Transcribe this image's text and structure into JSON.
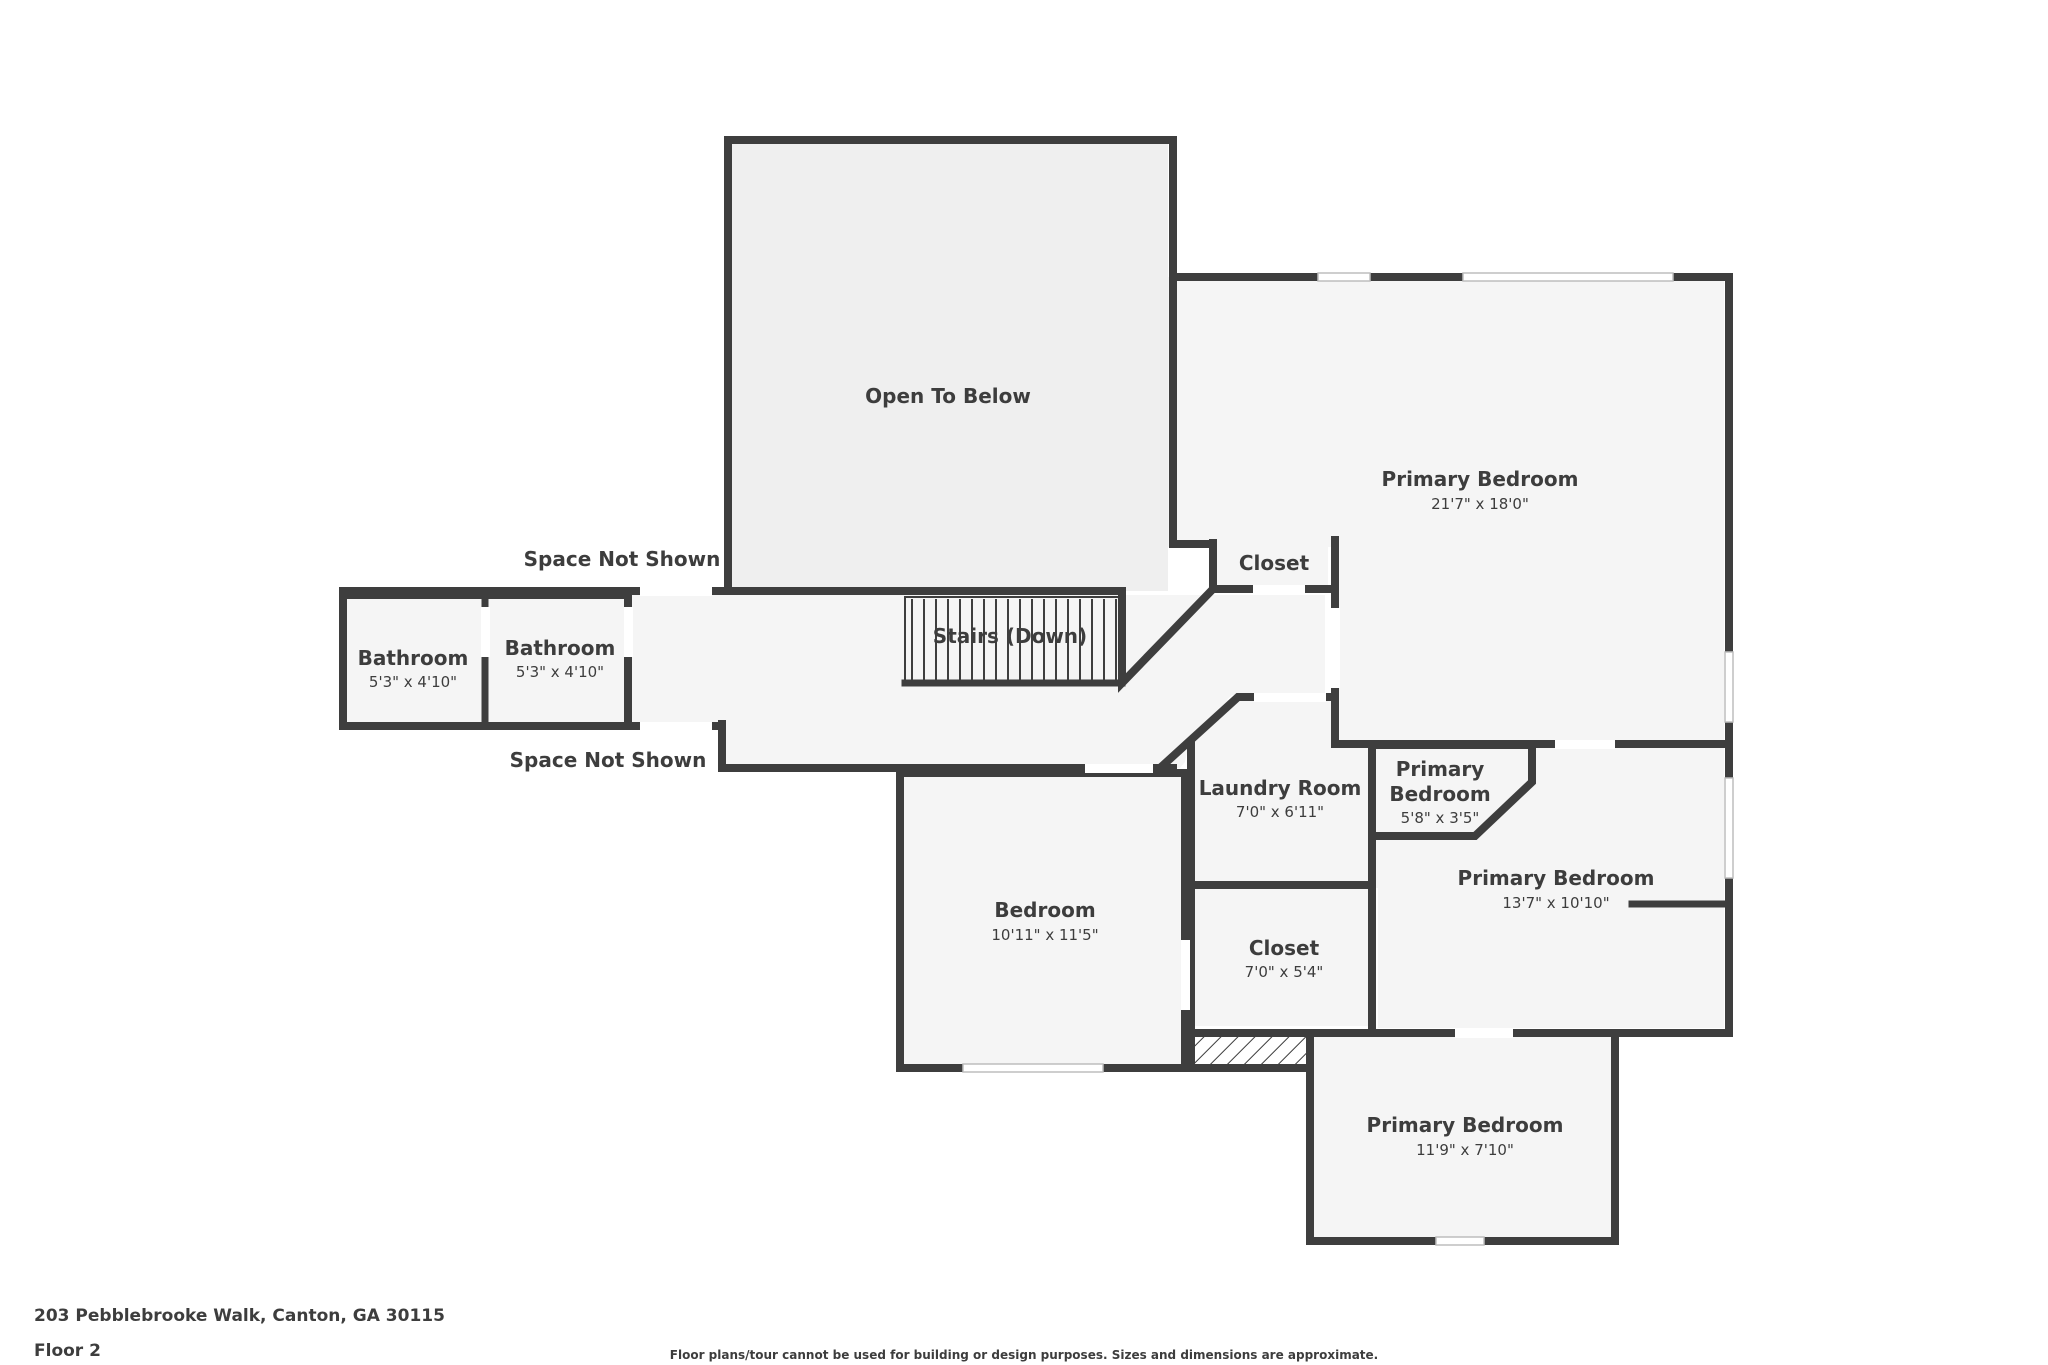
{
  "rooms": {
    "open_to_below": {
      "name": "Open To Below"
    },
    "primary_bedroom_main": {
      "name": "Primary Bedroom",
      "dim": "21'7\" x 18'0\""
    },
    "closet_upper": {
      "name": "Closet"
    },
    "stairs": {
      "name": "Stairs (Down)"
    },
    "bathroom_1": {
      "name": "Bathroom",
      "dim": "5'3\" x 4'10\""
    },
    "bathroom_2": {
      "name": "Bathroom",
      "dim": "5'3\" x 4'10\""
    },
    "laundry": {
      "name": "Laundry Room",
      "dim": "7'0\" x 6'11\""
    },
    "primary_bedroom_small": {
      "name_line1": "Primary",
      "name_line2": "Bedroom",
      "dim": "5'8\" x 3'5\""
    },
    "primary_bedroom_mid": {
      "name": "Primary Bedroom",
      "dim": "13'7\" x 10'10\""
    },
    "bedroom": {
      "name": "Bedroom",
      "dim": "10'11\" x 11'5\""
    },
    "closet_lower": {
      "name": "Closet",
      "dim": "7'0\" x 5'4\""
    },
    "primary_bedroom_bottom": {
      "name": "Primary Bedroom",
      "dim": "11'9\" x 7'10\""
    }
  },
  "labels": {
    "space_not_shown_top": "Space Not Shown",
    "space_not_shown_bottom": "Space Not Shown"
  },
  "footer": {
    "address": "203 Pebblebrooke Walk, Canton, GA 30115",
    "floor": "Floor 2",
    "disclaimer": "Floor plans/tour cannot be used for building or design purposes. Sizes and dimensions are approximate."
  }
}
